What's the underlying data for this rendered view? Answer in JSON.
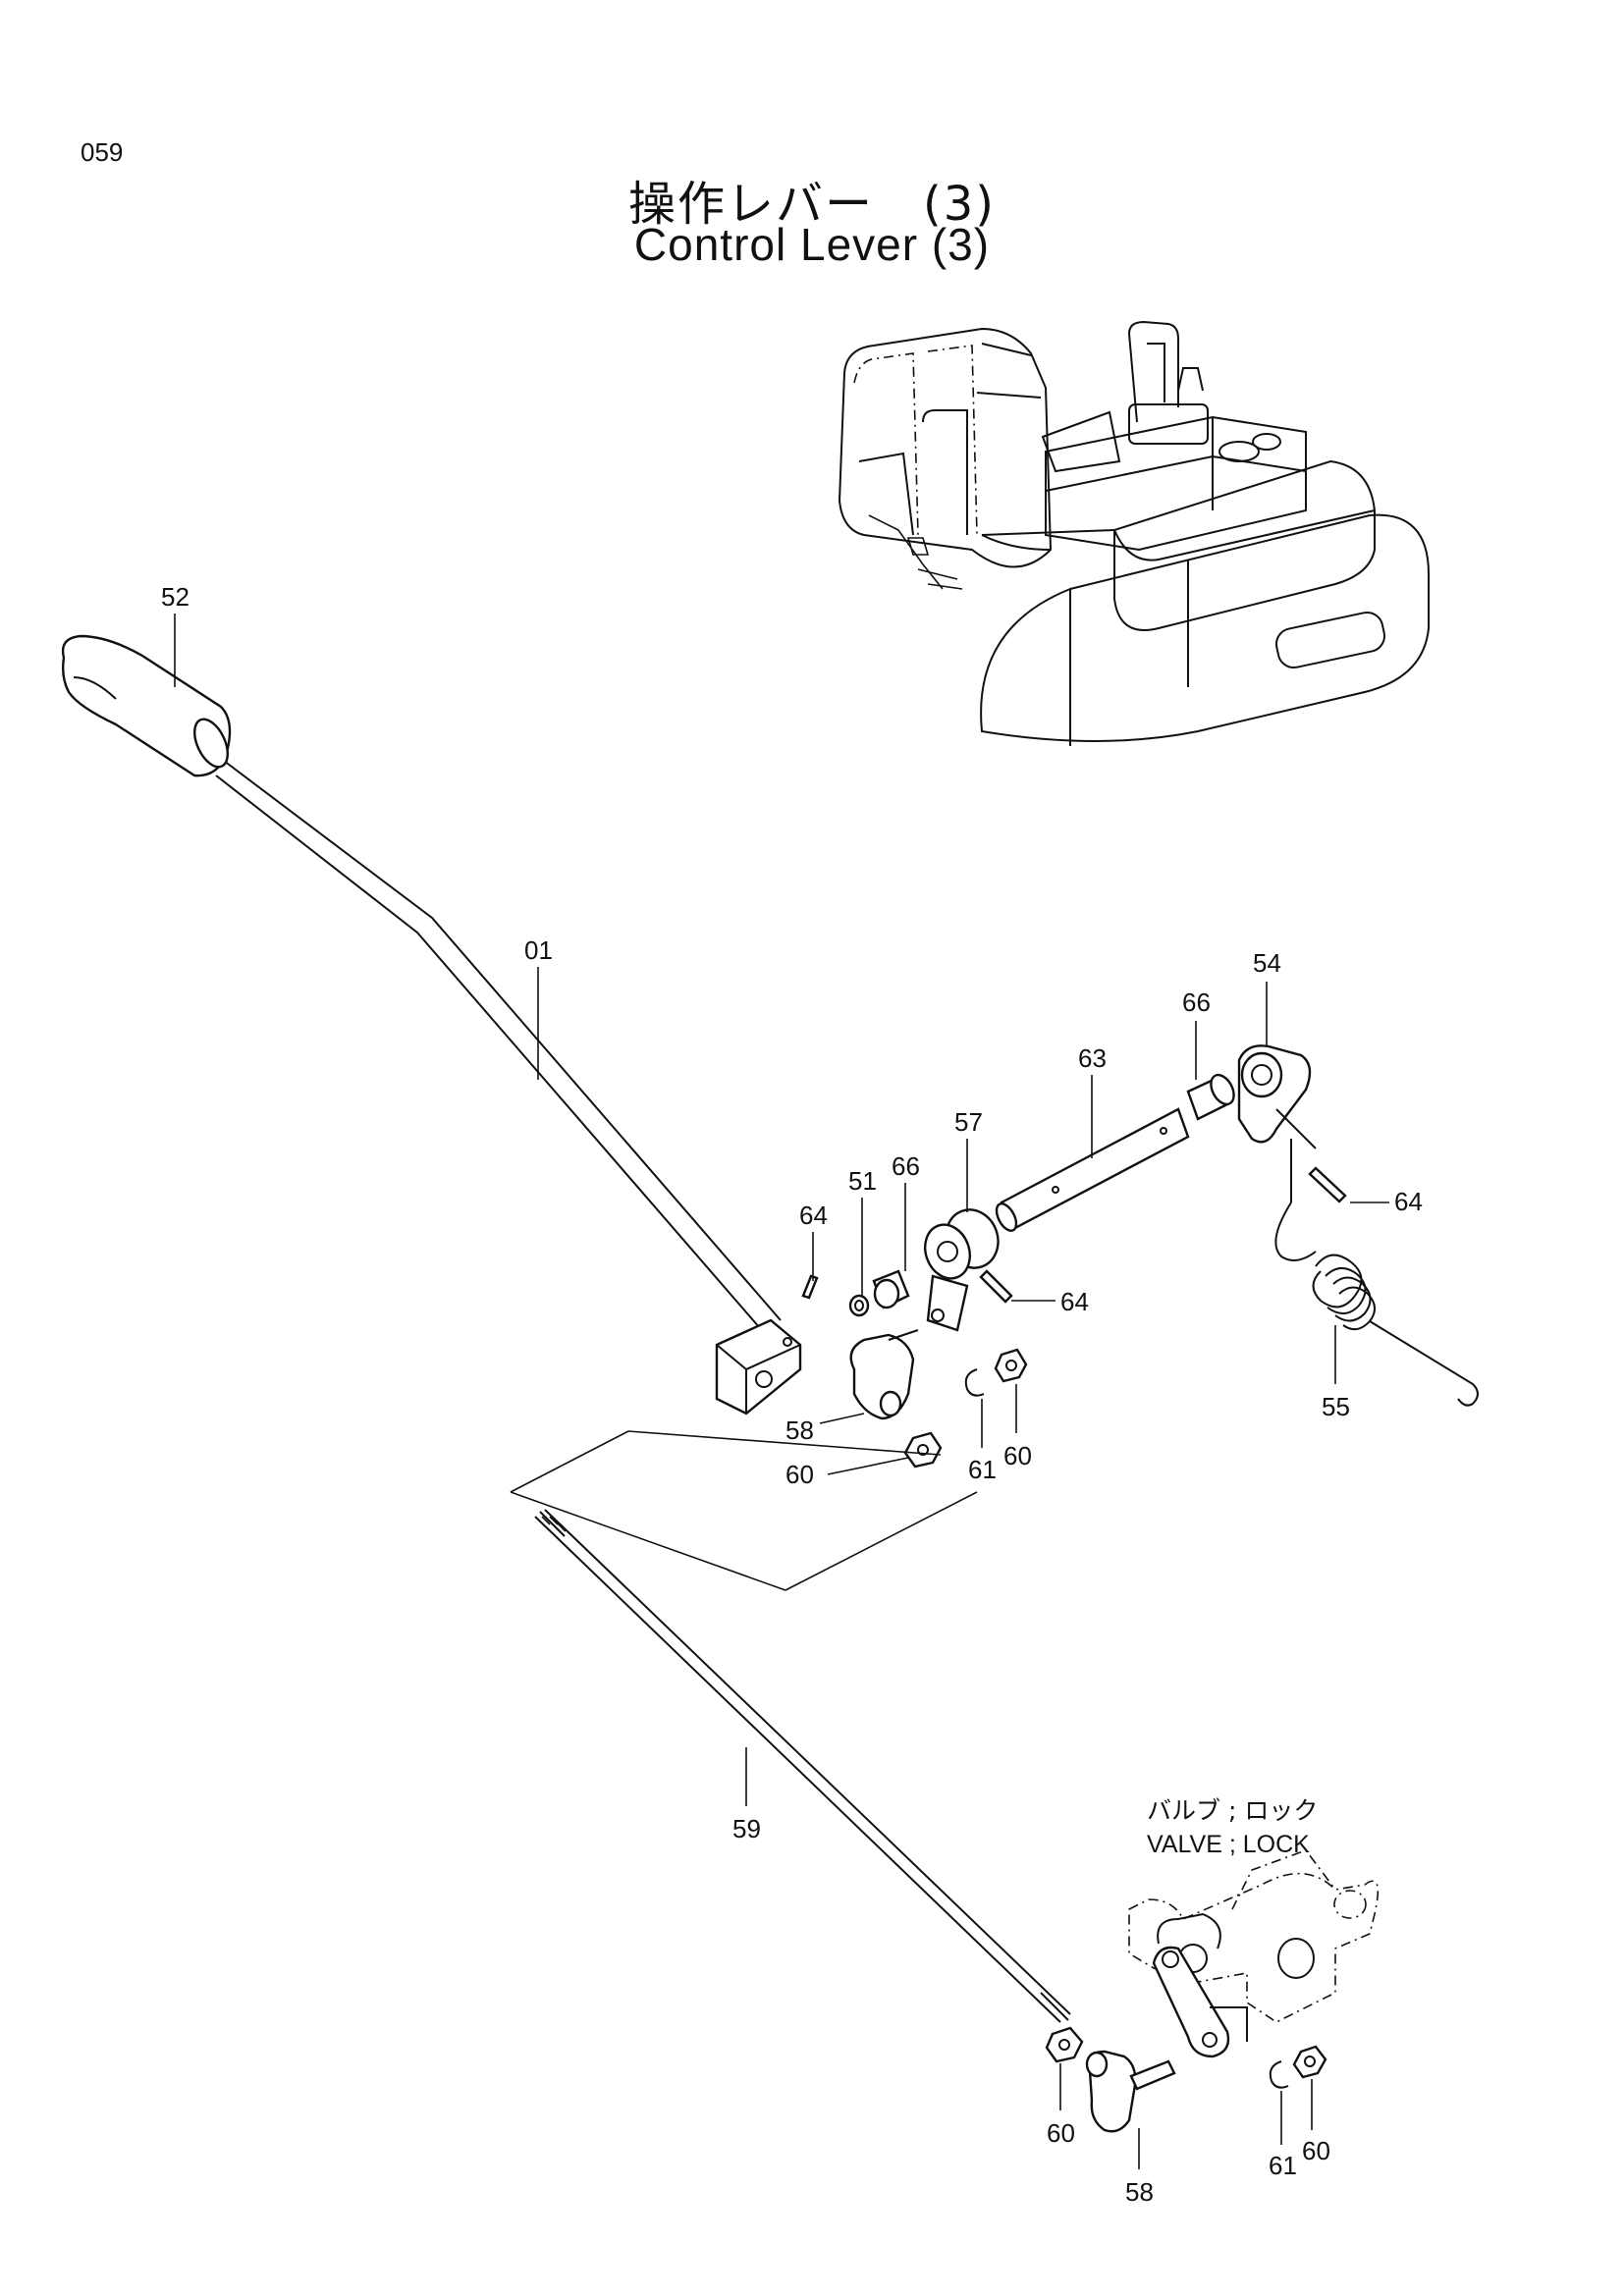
{
  "page_number": "059",
  "title": {
    "jp": "操作レバー　(3)",
    "en": "Control Lever (3)"
  },
  "inset_label": {
    "jp": "バルブ ; ロック",
    "en": "VALVE ; LOCK"
  },
  "callouts": {
    "c52": "52",
    "c01": "01",
    "c54": "54",
    "c66a": "66",
    "c63": "63",
    "c57": "57",
    "c66b": "66",
    "c51": "51",
    "c64a": "64",
    "c64b": "64",
    "c64c": "64",
    "c55": "55",
    "c58a": "58",
    "c61a": "61",
    "c60a": "60",
    "c60b": "60",
    "c59": "59",
    "c60c": "60",
    "c58b": "58",
    "c61b": "61",
    "c60d": "60"
  }
}
